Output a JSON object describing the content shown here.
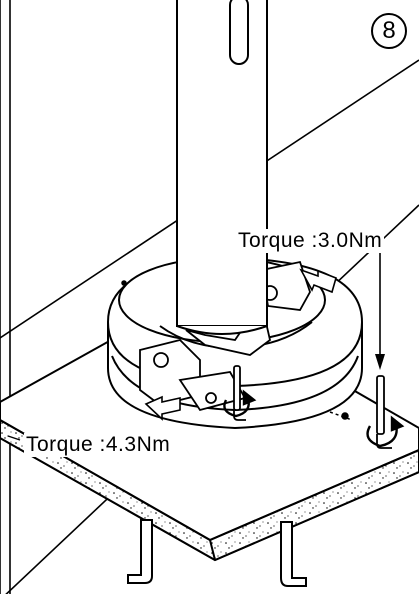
{
  "step": {
    "number": "8"
  },
  "annotations": {
    "torque_top": "Torque :3.0Nm",
    "torque_bottom": "Torque :4.3Nm"
  },
  "icons": [
    "hex-key-icon",
    "rotation-arrow-icon",
    "direction-arrow-icon",
    "bolt-icon"
  ],
  "colors": {
    "line": "#000000",
    "background": "#ffffff",
    "fill": "#ffffff"
  }
}
